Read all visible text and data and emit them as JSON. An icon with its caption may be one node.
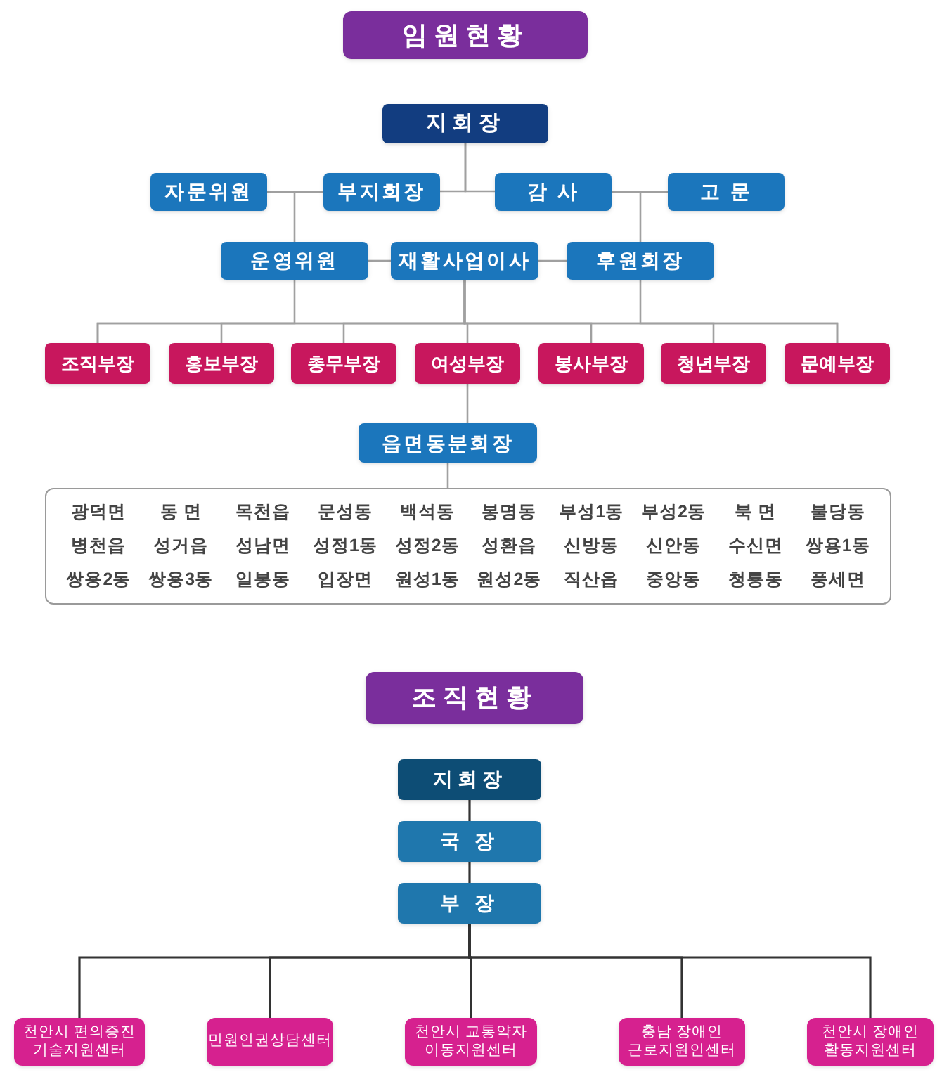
{
  "diagram": {
    "nodes": [
      {
        "text": [
          "임원현황"
        ]
      },
      {
        "text": [
          "지회장"
        ]
      },
      {
        "text": [
          "자문위원"
        ]
      },
      {
        "text": [
          "부지회장"
        ]
      },
      {
        "text": [
          "감 사"
        ]
      },
      {
        "text": [
          "고 문"
        ]
      },
      {
        "text": [
          "운영위원"
        ]
      },
      {
        "text": [
          "재활사업이사"
        ]
      },
      {
        "text": [
          "후원회장"
        ]
      },
      {
        "text": [
          "조직부장"
        ]
      },
      {
        "text": [
          "홍보부장"
        ]
      },
      {
        "text": [
          "총무부장"
        ]
      },
      {
        "text": [
          "여성부장"
        ]
      },
      {
        "text": [
          "봉사부장"
        ]
      },
      {
        "text": [
          "청년부장"
        ]
      },
      {
        "text": [
          "문예부장"
        ]
      },
      {
        "text": [
          "읍면동분회장"
        ]
      },
      {
        "text": [
          "광덕면",
          "동 면",
          "목천읍",
          "문성동",
          "백석동",
          "봉명동",
          "부성1동",
          "부성2동",
          "북 면",
          "불당동",
          "병천읍",
          "성거읍",
          "성남면",
          "성정1동",
          "성정2동",
          "성환읍",
          "신방동",
          "신안동",
          "수신면",
          "쌍용1동",
          "쌍용2동",
          "쌍용3동",
          "일봉동",
          "입장면",
          "원성1동",
          "원성2동",
          "직산읍",
          "중앙동",
          "청룡동",
          "풍세면"
        ]
      },
      {
        "text": [
          "조직현황"
        ]
      },
      {
        "text": [
          "지회장"
        ]
      },
      {
        "text": [
          "국 장"
        ]
      },
      {
        "text": [
          "부 장"
        ]
      },
      {
        "text": [
          "천안시 편의증진 기술지원센터"
        ]
      },
      {
        "text": [
          "민원인권상담센터"
        ]
      },
      {
        "text": [
          "천안시 교통약자 이동지원센터"
        ]
      },
      {
        "text": [
          "충남 장애인 근로지원인센터"
        ]
      },
      {
        "text": [
          "천안시 장애인 활동지원센터"
        ]
      }
    ],
    "edges": [
      {
        "from": 1,
        "to": 3,
        "arrow": "none"
      },
      {
        "from": 1,
        "to": 4,
        "arrow": "none"
      },
      {
        "from": 2,
        "to": 3,
        "arrow": "none"
      },
      {
        "from": 4,
        "to": 5,
        "arrow": "none"
      },
      {
        "from": 3,
        "to": 6,
        "arrow": "none"
      },
      {
        "from": 4,
        "to": 8,
        "arrow": "none"
      },
      {
        "from": 6,
        "to": 7,
        "arrow": "none"
      },
      {
        "from": 7,
        "to": 8,
        "arrow": "none"
      },
      {
        "from": 7,
        "to": 9,
        "arrow": "none"
      },
      {
        "from": 7,
        "to": 10,
        "arrow": "none"
      },
      {
        "from": 7,
        "to": 11,
        "arrow": "none"
      },
      {
        "from": 7,
        "to": 12,
        "arrow": "none"
      },
      {
        "from": 7,
        "to": 13,
        "arrow": "none"
      },
      {
        "from": 7,
        "to": 14,
        "arrow": "none"
      },
      {
        "from": 7,
        "to": 15,
        "arrow": "none"
      },
      {
        "from": 6,
        "to": 9,
        "arrow": "none"
      },
      {
        "from": 8,
        "to": 15,
        "arrow": "none"
      },
      {
        "from": 12,
        "to": 16,
        "arrow": "none"
      },
      {
        "from": 16,
        "to": 17,
        "arrow": "none"
      },
      {
        "from": 19,
        "to": 20,
        "arrow": "none",
        "color": "#333333"
      },
      {
        "from": 20,
        "to": 21,
        "arrow": "none",
        "color": "#333333"
      },
      {
        "from": 21,
        "to": 22,
        "arrow": "none",
        "color": "#333333"
      },
      {
        "from": 21,
        "to": 23,
        "arrow": "none",
        "color": "#333333"
      },
      {
        "from": 21,
        "to": 24,
        "arrow": "none",
        "color": "#333333"
      },
      {
        "from": 21,
        "to": 25,
        "arrow": "none",
        "color": "#333333"
      },
      {
        "from": 21,
        "to": 26,
        "arrow": "none",
        "color": "#333333"
      }
    ]
  }
}
